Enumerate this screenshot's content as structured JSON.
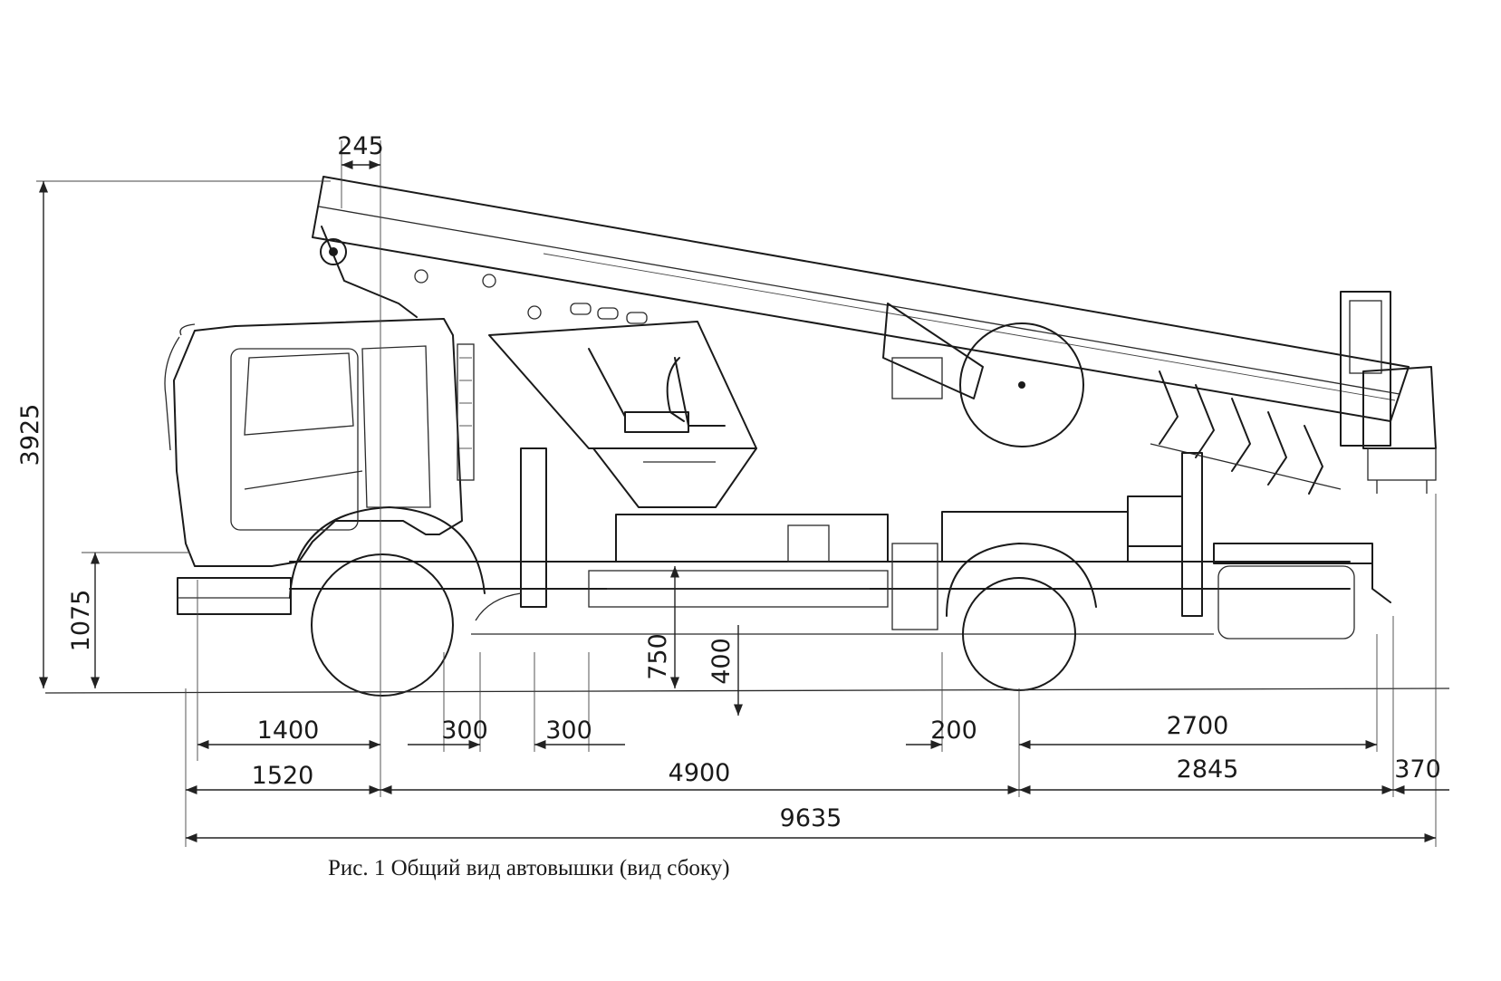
{
  "caption": "Рис. 1 Общий вид автовышки  (вид сбоку)",
  "dimensions": {
    "top_offset": "245",
    "overall_height": "3925",
    "frame_height": "1075",
    "clearance_a": "750",
    "clearance_b": "400",
    "front_to_cab": "1400",
    "gap_a": "300",
    "gap_b": "300",
    "gap_c": "200",
    "rear_section": "2700",
    "front_overhang": "1520",
    "wheelbase": "4900",
    "rear_overhang": "2845",
    "rear_tail": "370",
    "overall_length": "9635"
  },
  "colors": {
    "line": "#1a1a1a",
    "background": "#ffffff"
  }
}
